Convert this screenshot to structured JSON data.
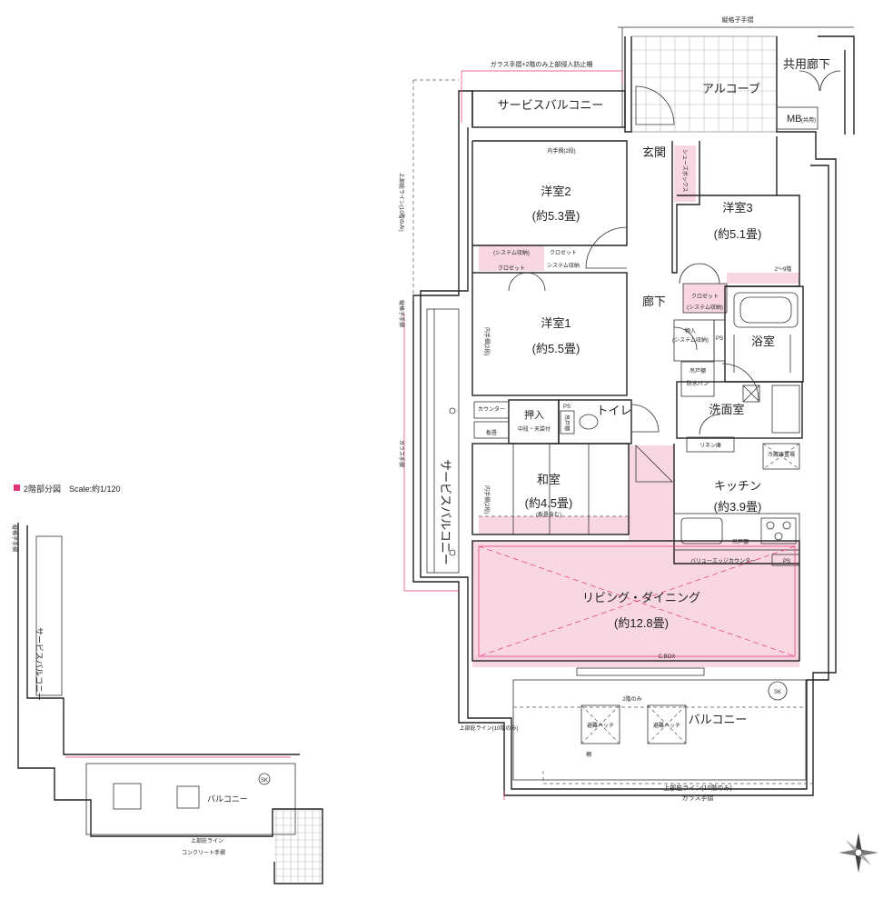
{
  "rooms": {
    "western2": "洋室2",
    "western2_size": "(約5.3畳)",
    "western1": "洋室1",
    "western1_size": "(約5.5畳)",
    "western3": "洋室3",
    "western3_size": "(約5.1畳)",
    "washitsu": "和室",
    "washitsu_size": "(約4.5畳)",
    "washitsu_note": "(板畳含む)",
    "kitchen": "キッチン",
    "kitchen_size": "(約3.9畳)",
    "ldk": "リビング・ダイニング",
    "ldk_size": "(約12.8畳)",
    "bath": "浴室",
    "washroom": "洗面室",
    "toilet": "トイレ",
    "entrance": "玄関",
    "corridor": "廊下",
    "alcove": "アルコーブ",
    "common_corridor": "共用廊下",
    "mb": "MB",
    "mb_note": "(共用)",
    "balcony": "バルコニー",
    "service_balcony_top": "サービスバルコニー",
    "service_balcony_side": "サービスバルコニー"
  },
  "labels": {
    "lattice_handrail_top": "縦格子手摺",
    "glass_handrail_note": "ガラス手摺+2階のみ上部侵入防止柵",
    "inner_handrail_2": "内手摺(2段)",
    "shoe_box": "シューズボックス",
    "closet_system_1": "(システム収納)",
    "closet_1": "クロゼット",
    "closet_2": "クロゼット",
    "system_storage_2": "システム収納",
    "closet_3": "クロゼット",
    "closet_3_note": "(システム収納)",
    "floors_2_9": "2〜9階",
    "storage": "物入",
    "storage_note": "(システム収納)",
    "ps_1": "PS",
    "ps_2": "PS",
    "ps_3": "PS",
    "shelf_hanging": "吊戸棚",
    "waterproof_pan": "防水パン",
    "linen": "リネン庫",
    "counter": "カウンター",
    "oshiire": "押入",
    "oshiire_note": "中段・天袋付",
    "itadatami": "板畳",
    "hanging_shelf_toilet": "吊戸棚",
    "inner_handrail_west1": "内手摺(2段)",
    "inner_handrail_washitsu": "内手摺(2段)",
    "fridge": "冷蔵庫置場",
    "kitchen_shelf": "吊戸棚",
    "value_edge_counter": "バリューエッジカウンター",
    "sk": "SK",
    "floor2_only": "2階のみ",
    "hatch_left": "避難ハッチ",
    "hatch_right": "避難ハッチ",
    "upper_eave_10": "上部庇ライン(10階のみ)",
    "upper_eave_left": "上部庇ライン(10階のみ)",
    "upper_eave_side": "上部庇ライン(10階のみ)",
    "glass_handrail_bottom": "ガラス手摺",
    "lattice_handrail_left": "縦格子手摺",
    "glass_handrail_left": "ガラス手摺",
    "fence": "柵",
    "cbox": "C.BOX"
  },
  "inset": {
    "legend": "2階部分図　Scale:約1/120",
    "service_balcony": "サービスバルコニー",
    "balcony": "バルコニー",
    "sk": "SK",
    "eave": "上部庇ライン",
    "concrete": "コンクリート手摺",
    "lattice": "縦格子手摺"
  },
  "colors": {
    "accent_pink": "#e3347c",
    "wet_area_pink": "#f6c9d9"
  },
  "icons": {
    "compass": "compass-icon"
  }
}
